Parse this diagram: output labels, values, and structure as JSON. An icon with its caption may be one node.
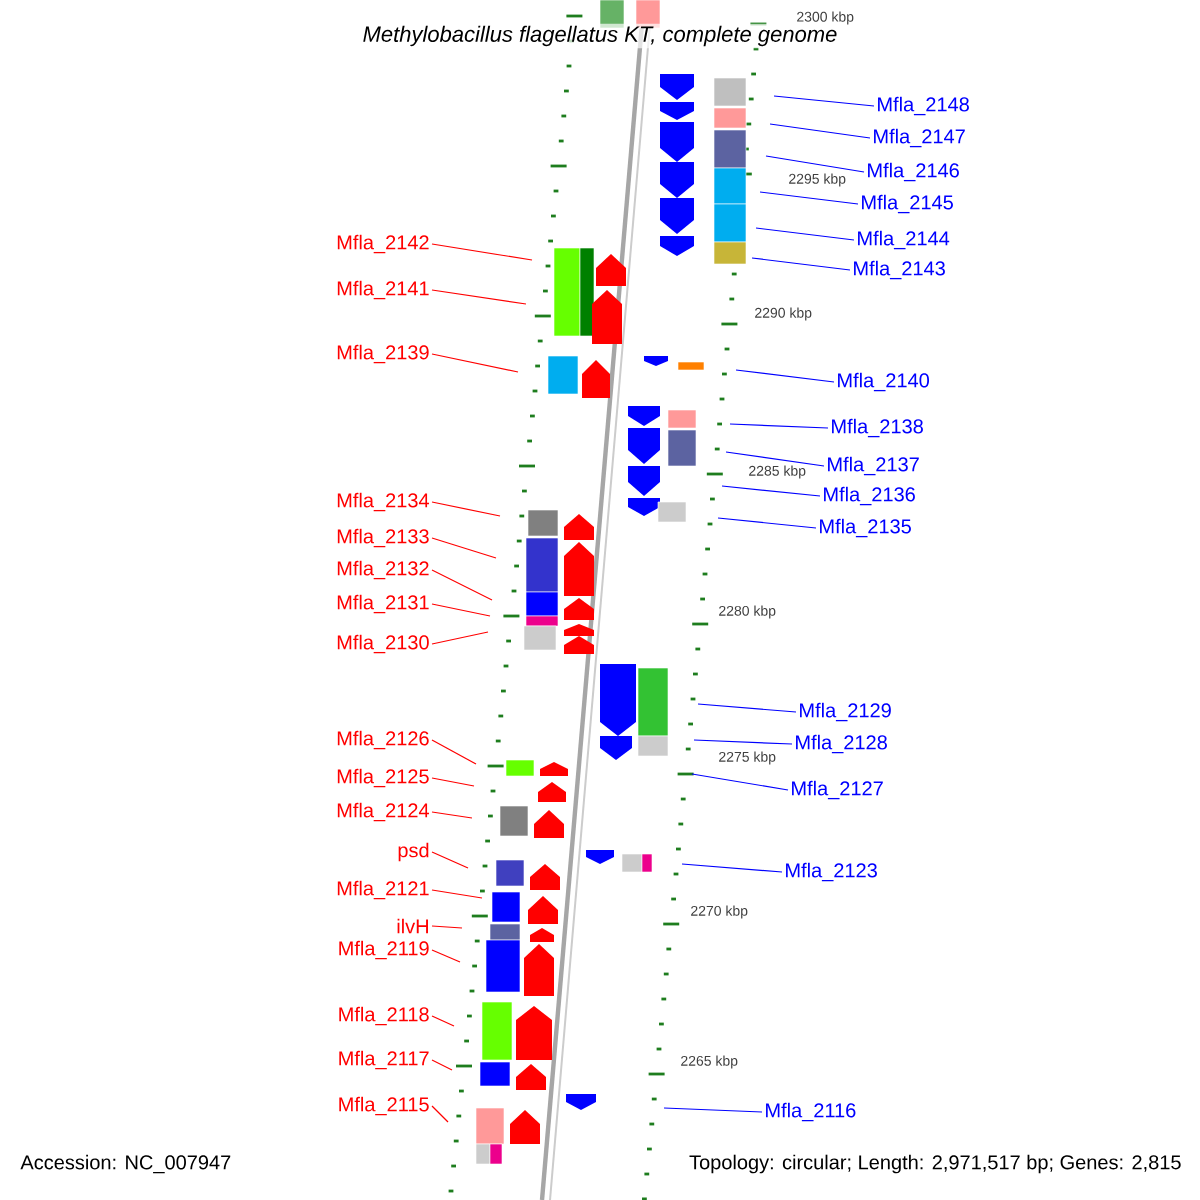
{
  "diagram": {
    "title": "Methylobacillus flagellatus KT, complete genome",
    "nodes": [
      {
        "text": [
          "Mfla_2142"
        ]
      },
      {
        "text": [
          "Mfla_2141"
        ]
      },
      {
        "text": [
          "Mfla_2139"
        ]
      },
      {
        "text": [
          "Mfla_2134"
        ]
      },
      {
        "text": [
          "Mfla_2133"
        ]
      },
      {
        "text": [
          "Mfla_2132"
        ]
      },
      {
        "text": [
          "Mfla_2131"
        ]
      },
      {
        "text": [
          "Mfla_2130"
        ]
      },
      {
        "text": [
          "Mfla_2126"
        ]
      },
      {
        "text": [
          "Mfla_2125"
        ]
      },
      {
        "text": [
          "Mfla_2124"
        ]
      },
      {
        "text": [
          "psd"
        ]
      },
      {
        "text": [
          "Mfla_2121"
        ]
      },
      {
        "text": [
          "ilvH"
        ]
      },
      {
        "text": [
          "Mfla_2119"
        ]
      },
      {
        "text": [
          "Mfla_2118"
        ]
      },
      {
        "text": [
          "Mfla_2117"
        ]
      },
      {
        "text": [
          "Mfla_2115"
        ]
      },
      {
        "text": [
          "Mfla_2148"
        ]
      },
      {
        "text": [
          "Mfla_2147"
        ]
      },
      {
        "text": [
          "Mfla_2146"
        ]
      },
      {
        "text": [
          "Mfla_2145"
        ]
      },
      {
        "text": [
          "Mfla_2144"
        ]
      },
      {
        "text": [
          "Mfla_2143"
        ]
      },
      {
        "text": [
          "Mfla_2140"
        ]
      },
      {
        "text": [
          "Mfla_2138"
        ]
      },
      {
        "text": [
          "Mfla_2137"
        ]
      },
      {
        "text": [
          "Mfla_2136"
        ]
      },
      {
        "text": [
          "Mfla_2135"
        ]
      },
      {
        "text": [
          "Mfla_2129"
        ]
      },
      {
        "text": [
          "Mfla_2128"
        ]
      },
      {
        "text": [
          "Mfla_2127"
        ]
      },
      {
        "text": [
          "Mfla_2123"
        ]
      },
      {
        "text": [
          "Mfla_2116"
        ]
      }
    ],
    "edges": [
      {
        "from": 0,
        "to": null,
        "arrow": "none"
      },
      {
        "from": 1,
        "to": null,
        "arrow": "none"
      },
      {
        "from": 2,
        "to": null,
        "arrow": "none"
      },
      {
        "from": 3,
        "to": null,
        "arrow": "none"
      },
      {
        "from": 4,
        "to": null,
        "arrow": "none"
      },
      {
        "from": 5,
        "to": null,
        "arrow": "none"
      },
      {
        "from": 6,
        "to": null,
        "arrow": "none"
      },
      {
        "from": 7,
        "to": null,
        "arrow": "none"
      },
      {
        "from": 8,
        "to": null,
        "arrow": "none"
      },
      {
        "from": 9,
        "to": null,
        "arrow": "none"
      },
      {
        "from": 10,
        "to": null,
        "arrow": "none"
      },
      {
        "from": 11,
        "to": null,
        "arrow": "none"
      },
      {
        "from": 12,
        "to": null,
        "arrow": "none"
      },
      {
        "from": 13,
        "to": null,
        "arrow": "none"
      },
      {
        "from": 14,
        "to": null,
        "arrow": "none"
      },
      {
        "from": 15,
        "to": null,
        "arrow": "none"
      },
      {
        "from": 16,
        "to": null,
        "arrow": "none"
      },
      {
        "from": 17,
        "to": null,
        "arrow": "none"
      },
      {
        "from": 18,
        "to": null,
        "arrow": "none",
        "color": "#0000ff"
      },
      {
        "from": 19,
        "to": null,
        "arrow": "none",
        "color": "#0000ff"
      },
      {
        "from": 20,
        "to": null,
        "arrow": "none",
        "color": "#0000ff"
      },
      {
        "from": 21,
        "to": null,
        "arrow": "none",
        "color": "#0000ff"
      },
      {
        "from": 22,
        "to": null,
        "arrow": "none",
        "color": "#0000ff"
      },
      {
        "from": 23,
        "to": null,
        "arrow": "none",
        "color": "#0000ff"
      },
      {
        "from": 24,
        "to": null,
        "arrow": "none",
        "color": "#0000ff"
      },
      {
        "from": 25,
        "to": null,
        "arrow": "none",
        "color": "#0000ff"
      },
      {
        "from": 26,
        "to": null,
        "arrow": "none",
        "color": "#0000ff"
      },
      {
        "from": 27,
        "to": null,
        "arrow": "none",
        "color": "#0000ff"
      },
      {
        "from": 28,
        "to": null,
        "arrow": "none",
        "color": "#0000ff"
      },
      {
        "from": 29,
        "to": null,
        "arrow": "none",
        "color": "#0000ff"
      },
      {
        "from": 30,
        "to": null,
        "arrow": "none",
        "color": "#0000ff"
      },
      {
        "from": 31,
        "to": null,
        "arrow": "none",
        "color": "#0000ff"
      },
      {
        "from": 32,
        "to": null,
        "arrow": "none",
        "color": "#0000ff"
      },
      {
        "from": 33,
        "to": null,
        "arrow": "none",
        "color": "#0000ff"
      }
    ],
    "labels": [
      "2300 kbp",
      "2295 kbp",
      "2290 kbp",
      "2285 kbp",
      "2280 kbp",
      "2275 kbp",
      "2270 kbp",
      "2265 kbp",
      "Accession: NC_007947",
      "Topology: circular; Length: 2,971,517 bp; Genes: 2,815"
    ]
  }
}
